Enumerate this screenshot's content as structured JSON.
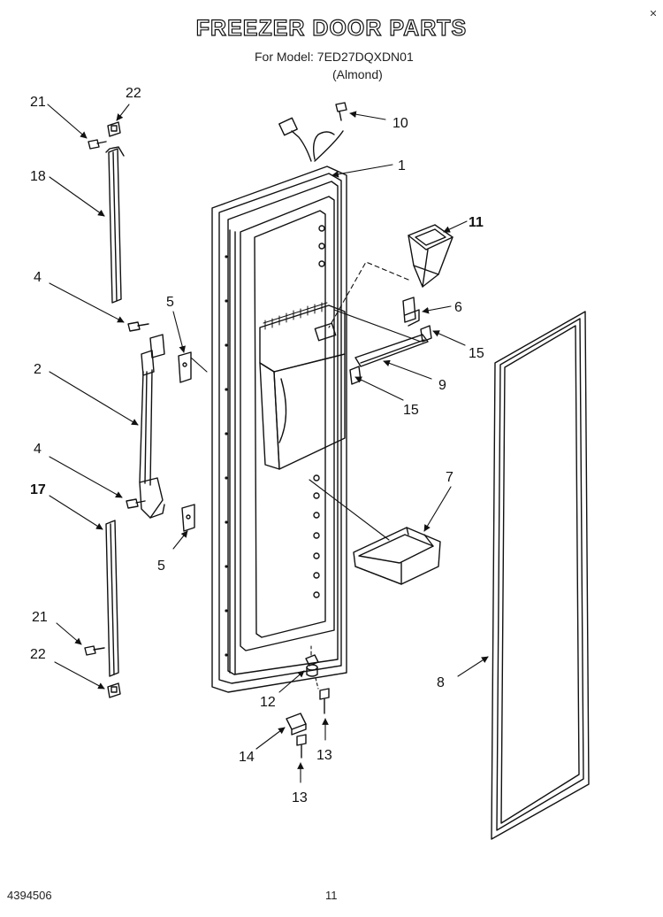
{
  "header": {
    "title": "FREEZER DOOR PARTS",
    "model_line": "For Model: 7ED27DQXDN01",
    "color_line": "(Almond)"
  },
  "footer": {
    "doc_number": "4394506",
    "page_number": "11"
  },
  "callouts": {
    "c1": "1",
    "c2": "2",
    "c4a": "4",
    "c4b": "4",
    "c5a": "5",
    "c5b": "5",
    "c6": "6",
    "c7": "7",
    "c8": "8",
    "c9": "9",
    "c10": "10",
    "c11": "11",
    "c12": "12",
    "c13a": "13",
    "c13b": "13",
    "c14": "14",
    "c15a": "15",
    "c15b": "15",
    "c17": "17",
    "c18": "18",
    "c21a": "21",
    "c21b": "21",
    "c22a": "22",
    "c22b": "22"
  }
}
